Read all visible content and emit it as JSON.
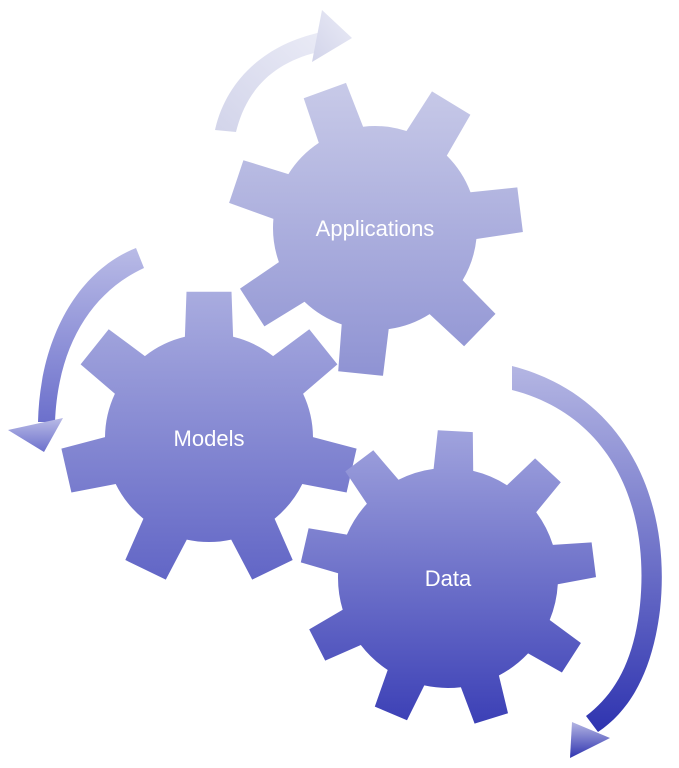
{
  "diagram": {
    "gears": [
      {
        "id": "applications",
        "label": "Applications",
        "teeth": 7
      },
      {
        "id": "models",
        "label": "Models",
        "teeth": 7
      },
      {
        "id": "data",
        "label": "Data",
        "teeth": 9
      }
    ],
    "arrows": [
      {
        "id": "top",
        "direction": "clockwise"
      },
      {
        "id": "left",
        "direction": "counter-clockwise"
      },
      {
        "id": "right",
        "direction": "clockwise"
      }
    ],
    "colors": {
      "gear_light": "#c4c6e6",
      "gear_mid": "#8e92d4",
      "gear_dark": "#5c60c4",
      "arrow_light": "#cfd1ea",
      "arrow_dark": "#3a3fb4",
      "label": "#ffffff"
    }
  }
}
